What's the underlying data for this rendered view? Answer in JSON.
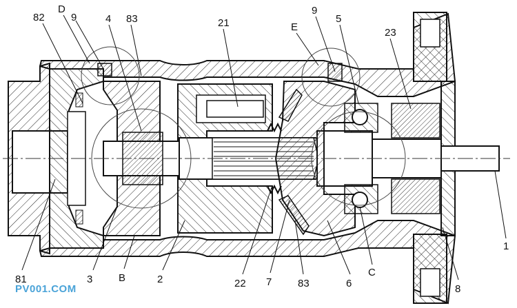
{
  "drawing": {
    "labels": {
      "l82": "82",
      "lD": "D",
      "l9a": "9",
      "l4": "4",
      "l83a": "83",
      "l21": "21",
      "lE": "E",
      "l9b": "9",
      "l5": "5",
      "l23": "23",
      "l81": "81",
      "l3": "3",
      "lB": "B",
      "l2": "2",
      "l22": "22",
      "l7": "7",
      "l83b": "83",
      "l6": "6",
      "lC": "C",
      "l8": "8",
      "l1": "1"
    },
    "watermark": "PV001.COM"
  }
}
